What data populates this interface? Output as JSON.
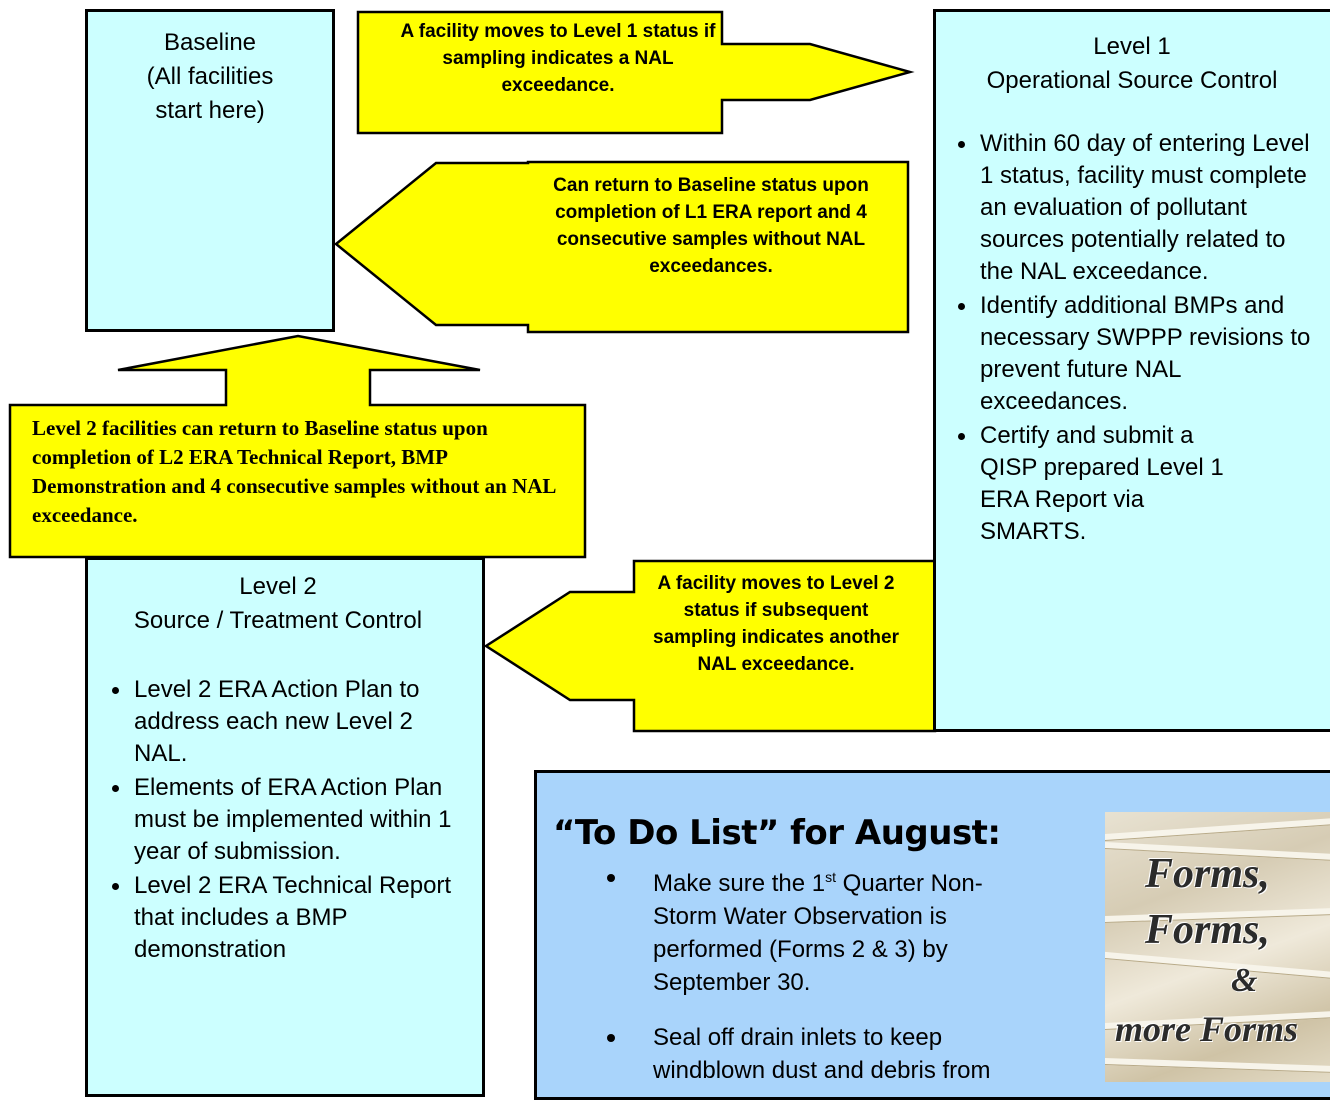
{
  "baseline": {
    "title": "Baseline",
    "subtitle": "(All facilities start here)"
  },
  "level1": {
    "title": "Level 1",
    "subtitle": "Operational Source Control",
    "bullets": [
      "Within 60 day of entering Level 1 status, facility must complete an evaluation of pollutant sources potentially related to the NAL exceedance.",
      "Identify additional BMPs and necessary SWPPP revisions to prevent future NAL exceedances.",
      "Certify and submit a QISP prepared Level 1 ERA Report via SMARTS."
    ]
  },
  "level2": {
    "title": "Level 2",
    "subtitle": "Source / Treatment Control",
    "bullets": [
      "Level 2 ERA Action Plan to address each new Level 2 NAL.",
      "Elements of ERA Action Plan must be implemented within 1 year of submission.",
      "Level 2 ERA Technical Report that includes a BMP demonstration"
    ]
  },
  "arrows": {
    "to_level1": "A facility moves to Level 1 status if sampling indicates a NAL exceedance.",
    "return_baseline_l1": "Can return to Baseline status upon completion of L1 ERA report and 4 consecutive samples without NAL exceedances.",
    "return_baseline_l2": "Level 2 facilities can return to Baseline status upon completion of L2 ERA Technical Report, BMP Demonstration and 4 consecutive samples without an NAL exceedance.",
    "to_level2": "A facility moves to Level 2 status if subsequent sampling indicates another NAL exceedance."
  },
  "todo": {
    "heading": "“To Do List” for August:",
    "item1_pre": "Make sure the 1",
    "item1_sup": "st",
    "item1_post": " Quarter Non-Storm Water Observation is performed (Forms 2 & 3) by September 30.",
    "item2": "Seal off drain inlets to keep windblown dust and debris from"
  },
  "forms_image": {
    "line1": "Forms,",
    "line2": "Forms,",
    "line3": "&",
    "line4": "more Forms"
  },
  "colors": {
    "box_fill": "#ccffff",
    "arrow_fill": "#ffff00",
    "todo_fill": "#a9d4fb"
  }
}
